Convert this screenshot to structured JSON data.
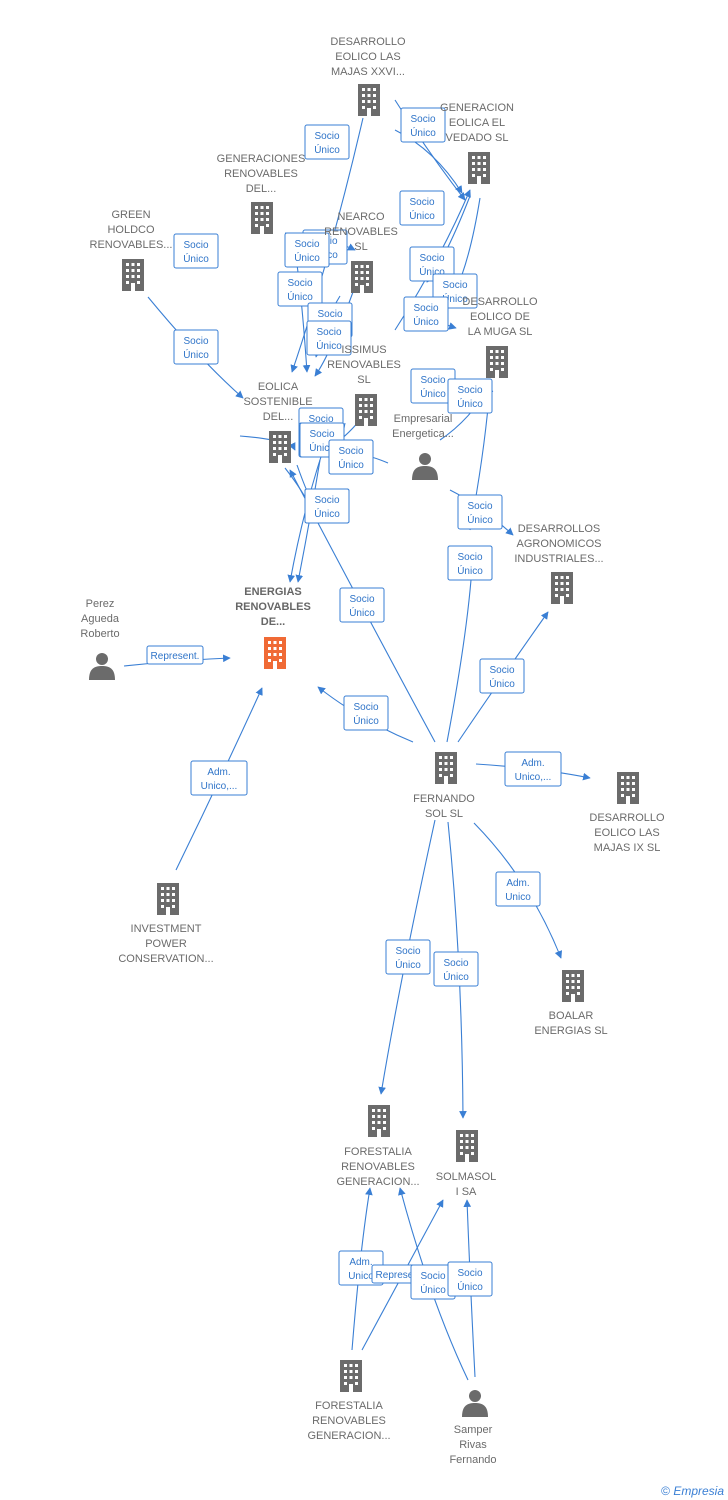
{
  "nodes": [
    {
      "id": "desarrollo_xxvi",
      "type": "company",
      "lines": [
        "DESARROLLO",
        "EOLICO LAS",
        "MAJAS XXVI..."
      ]
    },
    {
      "id": "generacion_vedado",
      "type": "company",
      "lines": [
        "GENERACION",
        "EOLICA EL",
        "VEDADO SL"
      ]
    },
    {
      "id": "generaciones_renovables",
      "type": "company",
      "lines": [
        "GENERACIONES",
        "RENOVABLES",
        "DEL..."
      ]
    },
    {
      "id": "green_holdco",
      "type": "company",
      "lines": [
        "GREEN",
        "HOLDCO",
        "RENOVABLES..."
      ]
    },
    {
      "id": "nearco",
      "type": "company",
      "lines": [
        "NEARCO",
        "RENOVABLES",
        "SL"
      ]
    },
    {
      "id": "desarrollo_muga",
      "type": "company",
      "lines": [
        "DESARROLLO",
        "EOLICO DE",
        "LA MUGA SL"
      ]
    },
    {
      "id": "issimus",
      "type": "company",
      "lines": [
        "ISSIMUS",
        "RENOVABLES",
        "SL"
      ]
    },
    {
      "id": "eolica_sostenible",
      "type": "company",
      "lines": [
        "EOLICA",
        "SOSTENIBLE",
        "DEL..."
      ]
    },
    {
      "id": "empresarial_energetica",
      "type": "person",
      "lines": [
        "Empresarial",
        "Energetica..."
      ]
    },
    {
      "id": "desarrollos_agronomicos",
      "type": "company",
      "lines": [
        "DESARROLLOS",
        "AGRONOMICOS",
        "INDUSTRIALES..."
      ]
    },
    {
      "id": "energias_renovables",
      "type": "company_main",
      "lines": [
        "ENERGIAS",
        "RENOVABLES",
        "DE..."
      ]
    },
    {
      "id": "perez_agueda",
      "type": "person",
      "lines": [
        "Perez",
        "Agueda",
        "Roberto"
      ]
    },
    {
      "id": "fernando_sol",
      "type": "company",
      "lines": [
        "FERNANDO",
        "SOL SL"
      ]
    },
    {
      "id": "desarrollo_ix",
      "type": "company",
      "lines": [
        "DESARROLLO",
        "EOLICO LAS",
        "MAJAS IX  SL"
      ]
    },
    {
      "id": "investment_power",
      "type": "company",
      "lines": [
        "INVESTMENT",
        "POWER",
        "CONSERVATION..."
      ]
    },
    {
      "id": "boalar",
      "type": "company",
      "lines": [
        "BOALAR",
        "ENERGIAS  SL"
      ]
    },
    {
      "id": "forestalia_top",
      "type": "company",
      "lines": [
        "FORESTALIA",
        "RENOVABLES",
        "GENERACION..."
      ]
    },
    {
      "id": "solmasol",
      "type": "company",
      "lines": [
        "SOLMASOL",
        "I SA"
      ]
    },
    {
      "id": "forestalia_bottom",
      "type": "company",
      "lines": [
        "FORESTALIA",
        "RENOVABLES",
        "GENERACION..."
      ]
    },
    {
      "id": "samper_rivas",
      "type": "person",
      "lines": [
        "Samper",
        "Rivas",
        "Fernando"
      ]
    }
  ],
  "edge_labels": [
    [
      "Socio",
      "Único"
    ],
    [
      "Socio",
      "Único"
    ],
    [
      "Socio",
      "Único"
    ],
    [
      "Socio",
      "Único"
    ],
    [
      "Socio",
      "Único"
    ],
    [
      "Socio",
      "Único"
    ],
    [
      "Socio",
      "Único"
    ],
    [
      "Socio",
      "Único"
    ],
    [
      "Socio",
      "Único"
    ],
    [
      "Socio",
      "Único"
    ],
    [
      "Socio",
      "Único"
    ],
    [
      "Socio",
      "Único"
    ],
    [
      "Socio",
      "Único"
    ],
    [
      "Socio",
      "Único"
    ],
    [
      "Socio",
      "Único"
    ],
    [
      "Socio",
      "Único"
    ],
    [
      "Socio",
      "Único"
    ],
    [
      "Socio",
      "Único"
    ],
    [
      "Socio",
      "Único"
    ],
    [
      "Socio",
      "Único"
    ],
    [
      "Socio",
      "Único"
    ],
    [
      "Socio",
      "Único"
    ],
    [
      "Socio",
      "Único"
    ],
    [
      "Socio",
      "Único"
    ],
    [
      "Socio",
      "Único"
    ],
    [
      "Socio",
      "Único"
    ],
    [
      "Represent."
    ],
    [
      "Socio",
      "Único"
    ],
    [
      "Adm.",
      "Unico,..."
    ],
    [
      "Socio",
      "Único"
    ],
    [
      "Socio",
      "Único"
    ],
    [
      "Socio",
      "Único"
    ],
    [
      "Adm.",
      "Unico,..."
    ],
    [
      "Adm.",
      "Unico"
    ],
    [
      "Socio",
      "Único"
    ],
    [
      "Socio",
      "Único"
    ],
    [
      "Adm.",
      "Unico"
    ],
    [
      "Represent."
    ]
  ],
  "colors": {
    "edge": "#3a7fd4",
    "node": "#6b6b6b",
    "main_node": "#f06a35"
  },
  "footer": {
    "copyright": "©",
    "brand": "Empresia"
  }
}
